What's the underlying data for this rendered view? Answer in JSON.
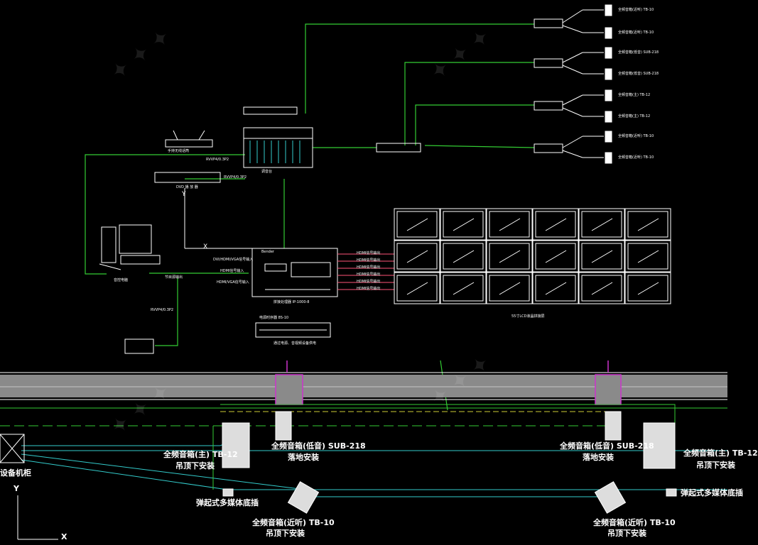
{
  "top_devices": {
    "wireless_mic": "手持无线话筒",
    "dvd": "DVD 播 放 器",
    "pc": "音控电脑",
    "mixer_label": "调音台",
    "cable_rvvp_1": "RVVP4/0.3P2",
    "cable_rvvp_2": "RVVP4/0.3P2",
    "cable_rvvp_3": "RVVP4/0.3P2",
    "source_input": "节目源输出",
    "x_axis": "X",
    "y_axis": "Y"
  },
  "speaker_chain": [
    {
      "name": "全频音箱(近听) TB-10"
    },
    {
      "name": "全频音箱(近听) TB-10"
    },
    {
      "name": "全频音箱(主) TB-12"
    },
    {
      "name": "全频音箱(主) TB-12"
    },
    {
      "name": "全频音箱(低音) SUB-218"
    },
    {
      "name": "全频音箱(低音) SUB-218"
    },
    {
      "name": "全频音箱(近听) TB-10"
    },
    {
      "name": "全频音箱(近听) TB-10"
    }
  ],
  "video": {
    "processor_brand": "Bender",
    "processor_label": "拼接处理器 IP-1000-8",
    "signal_in_1": "DVI/HDMI/VGA信号输入",
    "signal_in_2": "HDMI信号输入",
    "signal_in_3": "HDMI/VGA信号输入",
    "hdmi_out": "HDMI信号输出",
    "wall_label": "55寸LCD液晶拼接屏",
    "power_seq_label": "电源时序器 8S-10",
    "power_note": "通过电源、音视频设备供电",
    "wall_rows": 3,
    "wall_cols": 6
  },
  "floor_plan": {
    "rack": "设备机柜",
    "spk_main_left": "全频音箱(主) TB-12",
    "spk_main_left_mount": "吊顶下安装",
    "spk_sub_left": "全频音箱(低音) SUB-218",
    "spk_sub_left_mount": "落地安装",
    "spk_sub_right": "全频音箱(低音) SUB-218",
    "spk_sub_right_mount": "落地安装",
    "spk_main_right": "全频音箱(主) TB-12",
    "spk_main_right_mount": "吊顶下安装",
    "spk_near_left": "全频音箱(近听) TB-10",
    "spk_near_left_mount": "吊顶下安装",
    "spk_near_right": "全频音箱(近听) TB-10",
    "spk_near_right_mount": "吊顶下安装",
    "wall_box_left": "弹起式多媒体底插",
    "wall_box_right": "弹起式多媒体底插",
    "x_axis": "X",
    "y_axis": "Y"
  },
  "colors": {
    "background": "#000000",
    "green_line": "#33cc33",
    "cyan_line": "#33cccc",
    "yellow_line": "#cccc33",
    "magenta_line": "#cc33cc",
    "red_text": "#ff2a2a"
  }
}
